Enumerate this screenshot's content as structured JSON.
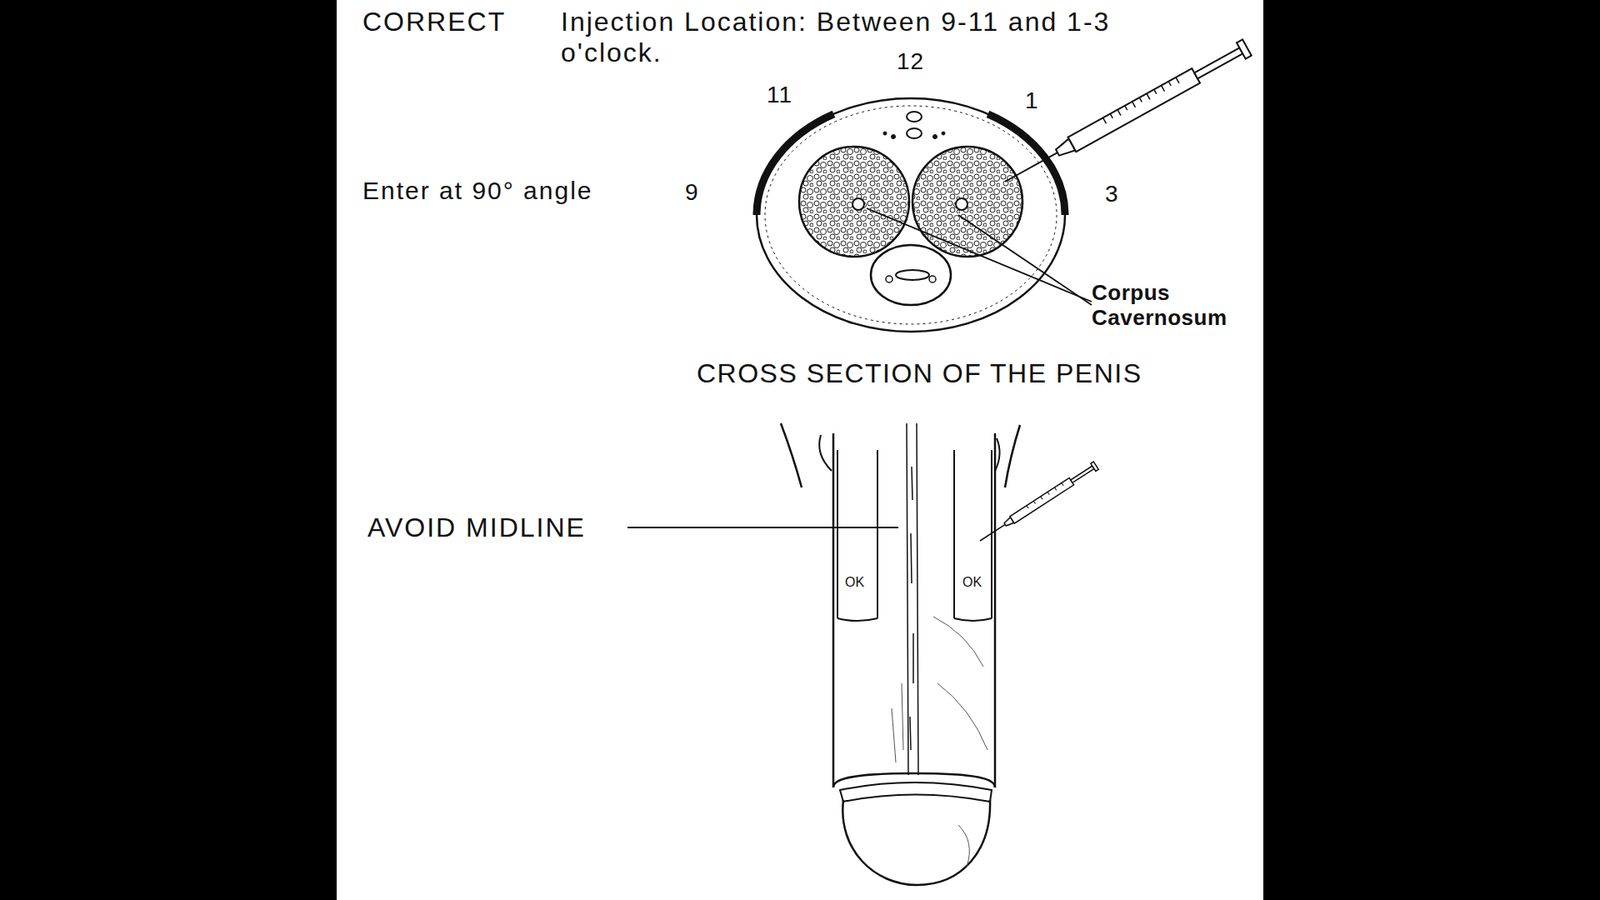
{
  "diagram": {
    "labels": [
      "CORRECT",
      "Injection Location: Between 9-11 and 1-3 o'clock.",
      "Enter at 90° angle",
      "12",
      "11",
      "1",
      "9",
      "3",
      "Corpus Cavernosum",
      "CROSS SECTION OF THE PENIS",
      "AVOID MIDLINE",
      "OK",
      "OK"
    ]
  }
}
